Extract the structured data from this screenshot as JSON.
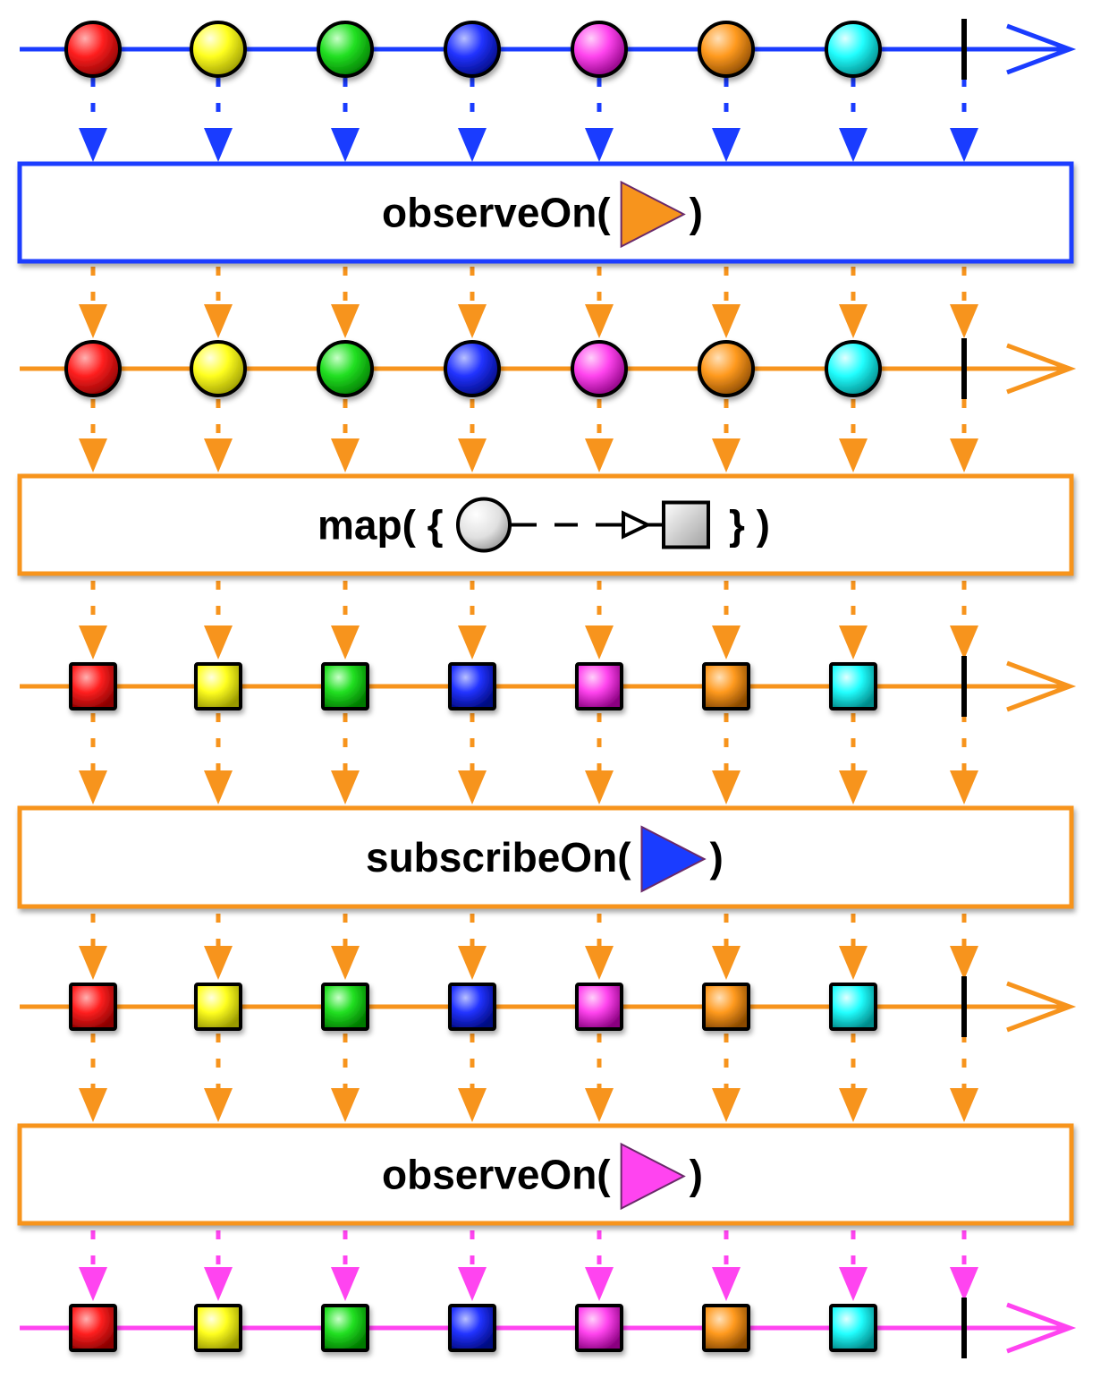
{
  "colors": {
    "blue": "#1a3cff",
    "orange": "#f7941d",
    "magenta": "#ff44f0",
    "marbles": [
      "#ff2020",
      "#ffff20",
      "#22e022",
      "#2233ff",
      "#ff44ee",
      "#ff9a1f",
      "#22ffff"
    ]
  },
  "timelines": [
    {
      "name": "source",
      "color": "blue",
      "shape": "circle"
    },
    {
      "name": "after-observeOn-orange",
      "color": "orange",
      "shape": "circle"
    },
    {
      "name": "after-map",
      "color": "orange",
      "shape": "square"
    },
    {
      "name": "after-subscribeOn-blue",
      "color": "orange",
      "shape": "square"
    },
    {
      "name": "after-observeOn-magenta",
      "color": "magenta",
      "shape": "square"
    }
  ],
  "operators": [
    {
      "key": "observeOn_orange",
      "label": "observeOn(",
      "suffix": ")",
      "icon": "orange-scheduler-triangle-icon",
      "border": "blue",
      "icon_color": "orange"
    },
    {
      "key": "map",
      "label": "map( {",
      "suffix": "} )",
      "icon": "circle-to-square-transform-icon",
      "border": "orange"
    },
    {
      "key": "subscribeOn_blue",
      "label": "subscribeOn(",
      "suffix": ")",
      "icon": "blue-scheduler-triangle-icon",
      "border": "orange",
      "icon_color": "blue"
    },
    {
      "key": "observeOn_magenta",
      "label": "observeOn(",
      "suffix": ")",
      "icon": "magenta-scheduler-triangle-icon",
      "border": "orange",
      "icon_color": "magenta"
    }
  ]
}
